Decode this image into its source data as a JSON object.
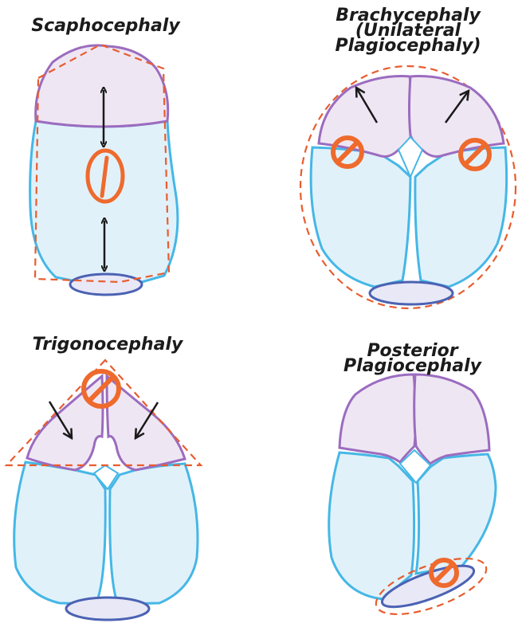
{
  "panels": [
    {
      "id": "scaphocephaly",
      "title_lines": [
        "Scaphocephaly"
      ]
    },
    {
      "id": "brachycephaly",
      "title_lines": [
        "Brachycephaly",
        "(Unilateral",
        "Plagiocephaly)"
      ]
    },
    {
      "id": "trigonocephaly",
      "title_lines": [
        "Trigonocephaly"
      ]
    },
    {
      "id": "posterior-plagiocephaly",
      "title_lines": [
        "Posterior",
        "Plagiocephaly"
      ]
    }
  ],
  "colors": {
    "frontal_fill": "#efe6f3",
    "frontal_stroke": "#9b6cbf",
    "parietal_fill": "#e1f1fa",
    "parietal_stroke": "#45b7e6",
    "occipital_fill": "#e8e8f6",
    "occipital_stroke": "#4b62b3",
    "outline_dash": "#e85d2f",
    "prohibition": "#ee6a2d",
    "arrow": "#1a1a1a"
  }
}
